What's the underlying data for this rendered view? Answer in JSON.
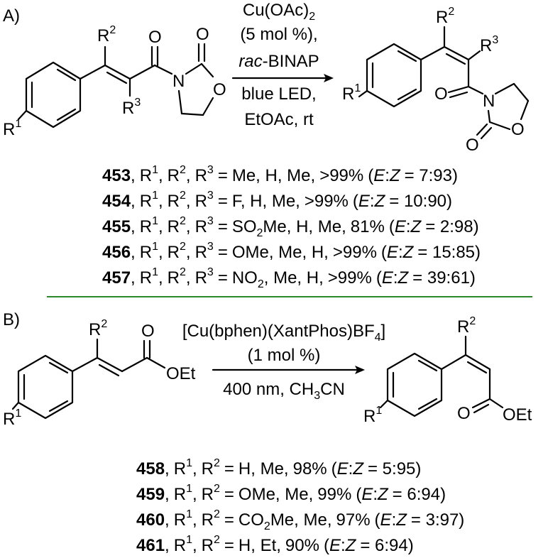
{
  "part_a": {
    "label": "A)",
    "reagent_lines": {
      "catalyst": "Cu(OAc)",
      "catalyst_sub": "2",
      "loading": "(5 mol %),",
      "ligand_prefix": "rac",
      "ligand_suffix": "-BINAP",
      "light": "blue LED,",
      "conditions": "EtOAc, rt"
    },
    "atoms": {
      "R": "R",
      "O": "O",
      "N": "N",
      "sup1": "1",
      "sup2": "2",
      "sup3": "3"
    },
    "entries": [
      {
        "id": "453",
        "groups": "Me, H, Me,",
        "yield": ">99%",
        "ez_open": "(",
        "E": "E",
        "colon": ":",
        "Z": "Z",
        "ratio": "= 7:93)"
      },
      {
        "id": "454",
        "groups": "F, H, Me,",
        "yield": ">99%",
        "ez_open": "(",
        "E": "E",
        "colon": ":",
        "Z": "Z",
        "ratio": "= 10:90)"
      },
      {
        "id": "455",
        "groups_pre": "SO",
        "groups_sub": "2",
        "groups_post": "Me, H, Me,",
        "yield": "81%",
        "ez_open": "(",
        "E": "E",
        "colon": ":",
        "Z": "Z",
        "ratio": "= 2:98)"
      },
      {
        "id": "456",
        "groups": "OMe, Me, H,",
        "yield": ">99%",
        "ez_open": "(",
        "E": "E",
        "colon": ":",
        "Z": "Z",
        "ratio": "= 15:85)"
      },
      {
        "id": "457",
        "groups_pre": "NO",
        "groups_sub": "2",
        "groups_post": ", Me, H,",
        "yield": ">99%",
        "ez_open": "(",
        "E": "E",
        "colon": ":",
        "Z": "Z",
        "ratio": "= 39:61)"
      }
    ]
  },
  "part_b": {
    "label": "B)",
    "reagent_lines": {
      "catalyst_pre": "[Cu(bphen)(XantPhos)BF",
      "catalyst_sub": "4",
      "catalyst_post": "]",
      "loading": "(1 mol %)",
      "conditions_pre": "400 nm, CH",
      "conditions_sub": "3",
      "conditions_post": "CN"
    },
    "atoms": {
      "R": "R",
      "O": "O",
      "OEt": "OEt",
      "sup1": "1",
      "sup2": "2"
    },
    "entries": [
      {
        "id": "458",
        "groups": "H, Me,",
        "yield": "98%",
        "ez_open": "(",
        "E": "E",
        "colon": ":",
        "Z": "Z",
        "ratio": "= 5:95)"
      },
      {
        "id": "459",
        "groups": "OMe, Me,",
        "yield": "99%",
        "ez_open": "(",
        "E": "E",
        "colon": ":",
        "Z": "Z",
        "ratio": "= 6:94)"
      },
      {
        "id": "460",
        "groups_pre": "CO",
        "groups_sub": "2",
        "groups_post": "Me, Me,",
        "yield": "97%",
        "ez_open": "(",
        "E": "E",
        "colon": ":",
        "Z": "Z",
        "ratio": "= 3:97)"
      },
      {
        "id": "461",
        "groups": "H, Et,",
        "yield": "90%",
        "ez_open": "(",
        "E": "E",
        "colon": ":",
        "Z": "Z",
        "ratio": "= 6:94)"
      }
    ]
  },
  "entry_prefix": {
    "r1": "R",
    "s1": "1",
    "sep": ",",
    "r2": "R",
    "s2": "2",
    "r3": "R",
    "s3": "3",
    "eq": "="
  },
  "divider_color": "#2a8a2a"
}
